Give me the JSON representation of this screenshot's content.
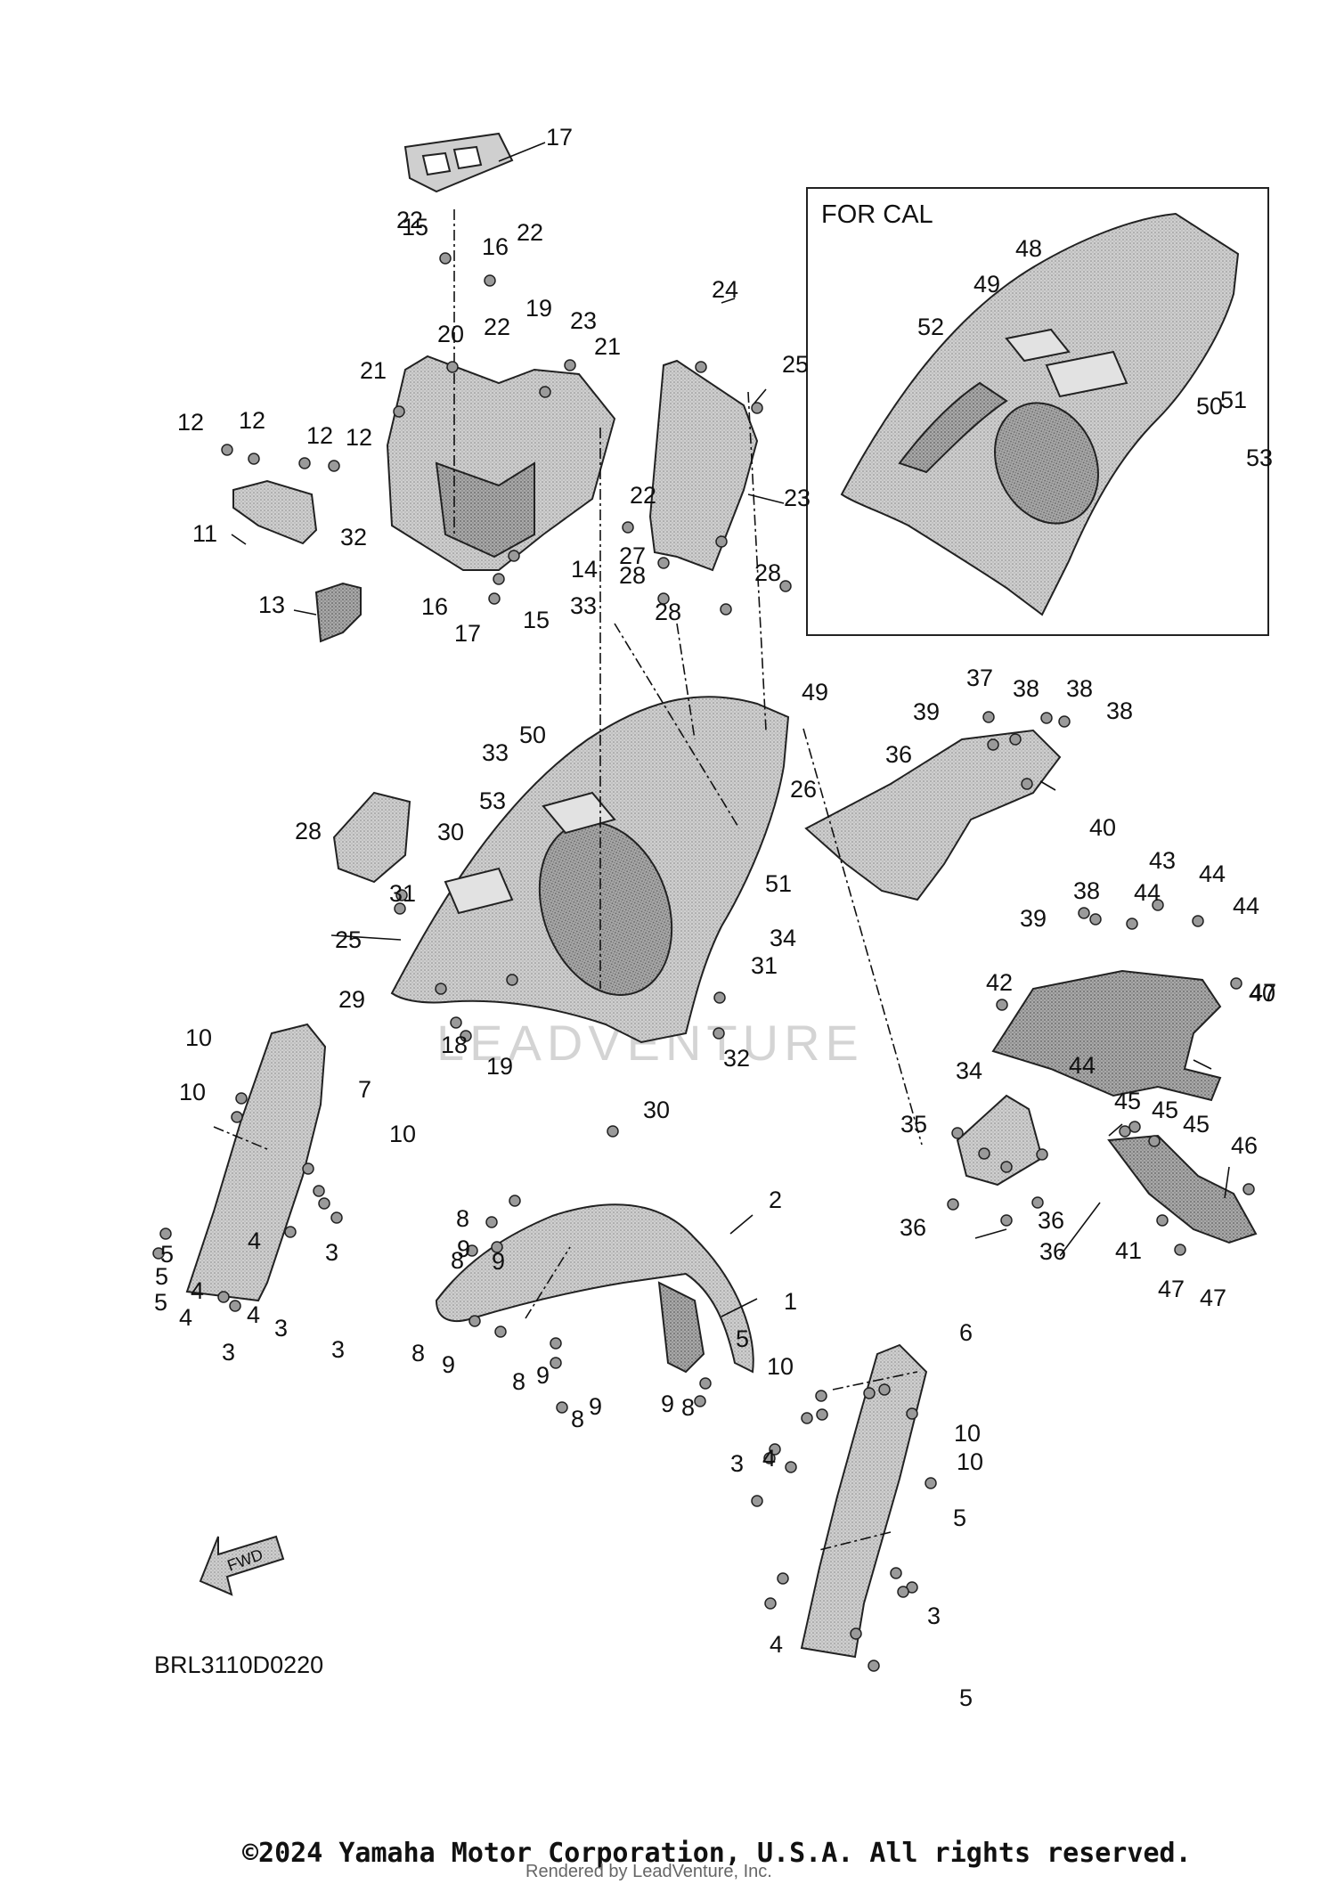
{
  "inset": {
    "title": "FOR CAL"
  },
  "diagram_code": "BRL3110D0220",
  "fwd_arrow_label": "FWD",
  "watermark": "LEADVENTURE",
  "copyright": "©2024 Yamaha Motor Corporation, U.S.A. All rights reserved.",
  "rendered_by": "Rendered by LeadVenture, Inc.",
  "colors": {
    "part_fill": "#bdbdbd",
    "part_dark": "#8f8f8f",
    "line": "#222222"
  },
  "callouts": [
    "1",
    "2",
    "3",
    "3",
    "3",
    "3",
    "3",
    "3",
    "4",
    "4",
    "4",
    "4",
    "4",
    "4",
    "5",
    "5",
    "5",
    "5",
    "5",
    "5",
    "6",
    "7",
    "8",
    "8",
    "8",
    "8",
    "8",
    "8",
    "9",
    "9",
    "9",
    "9",
    "9",
    "9",
    "10",
    "10",
    "10",
    "10",
    "10",
    "10",
    "11",
    "12",
    "12",
    "12",
    "12",
    "13",
    "14",
    "15",
    "15",
    "16",
    "16",
    "17",
    "17",
    "18",
    "19",
    "19",
    "20",
    "21",
    "21",
    "22",
    "22",
    "22",
    "22",
    "23",
    "23",
    "24",
    "25",
    "25",
    "26",
    "27",
    "28",
    "28",
    "28",
    "28",
    "29",
    "30",
    "30",
    "31",
    "31",
    "32",
    "32",
    "33",
    "33",
    "34",
    "34",
    "35",
    "36",
    "36",
    "36",
    "36",
    "37",
    "38",
    "38",
    "38",
    "38",
    "39",
    "39",
    "40",
    "40",
    "41",
    "42",
    "43",
    "44",
    "44",
    "44",
    "44",
    "45",
    "45",
    "45",
    "46",
    "47",
    "47",
    "47",
    "48",
    "49",
    "50",
    "51",
    "52",
    "53",
    "49",
    "50",
    "51",
    "53"
  ]
}
